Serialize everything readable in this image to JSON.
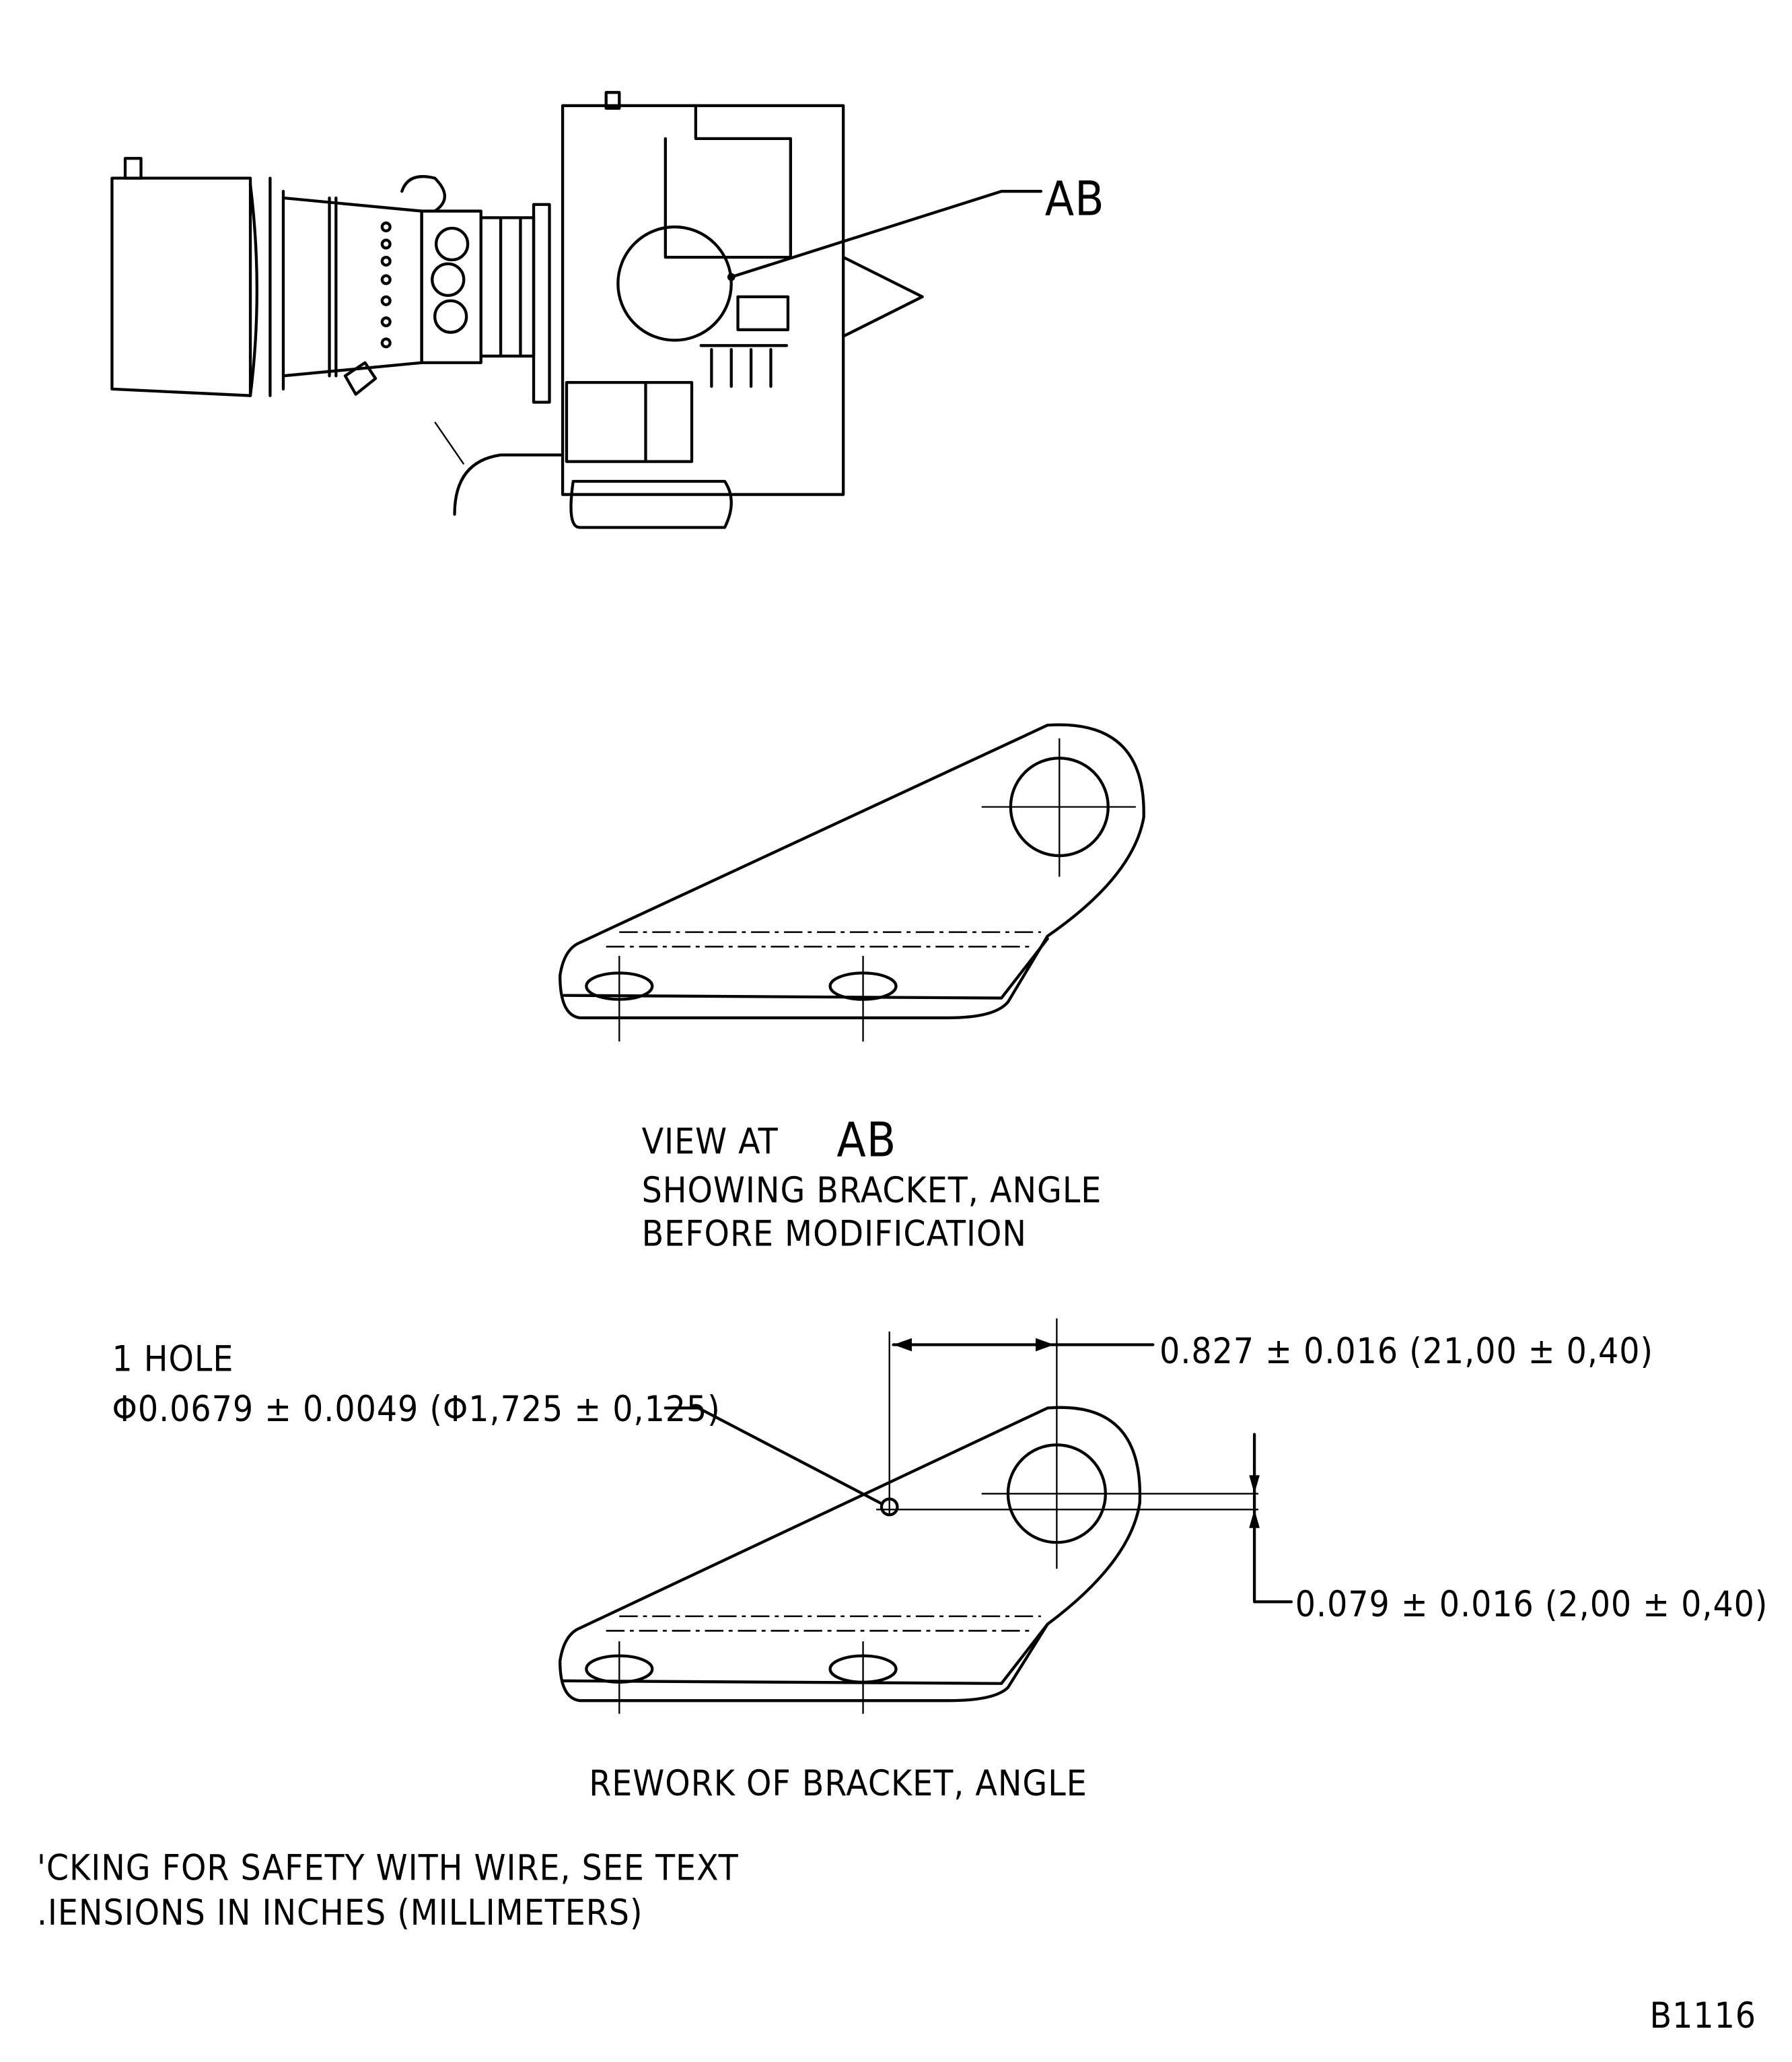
{
  "callout_ab": "AB",
  "view_caption": {
    "line1_prefix": "VIEW  AT",
    "line1_ref": "AB",
    "line2": "SHOWING  BRACKET, ANGLE",
    "line3": "BEFORE  MODIFICATION"
  },
  "rework": {
    "hole_label": "1  HOLE",
    "hole_dim": "Φ0.0679 ± 0.0049 (Φ1,725 ± 0,125)",
    "horizontal_dim": "0.827 ± 0.016 (21,00 ± 0,40)",
    "vertical_dim": "0.079 ± 0.016 (2,00 ± 0,40)",
    "caption": "REWORK  OF  BRACKET, ANGLE"
  },
  "notes": [
    "'CKING  FOR  SAFETY  WITH  WIRE, SEE  TEXT",
    ".IENSIONS  IN  INCHES (MILLIMETERS)"
  ],
  "figure_id": "B1116"
}
